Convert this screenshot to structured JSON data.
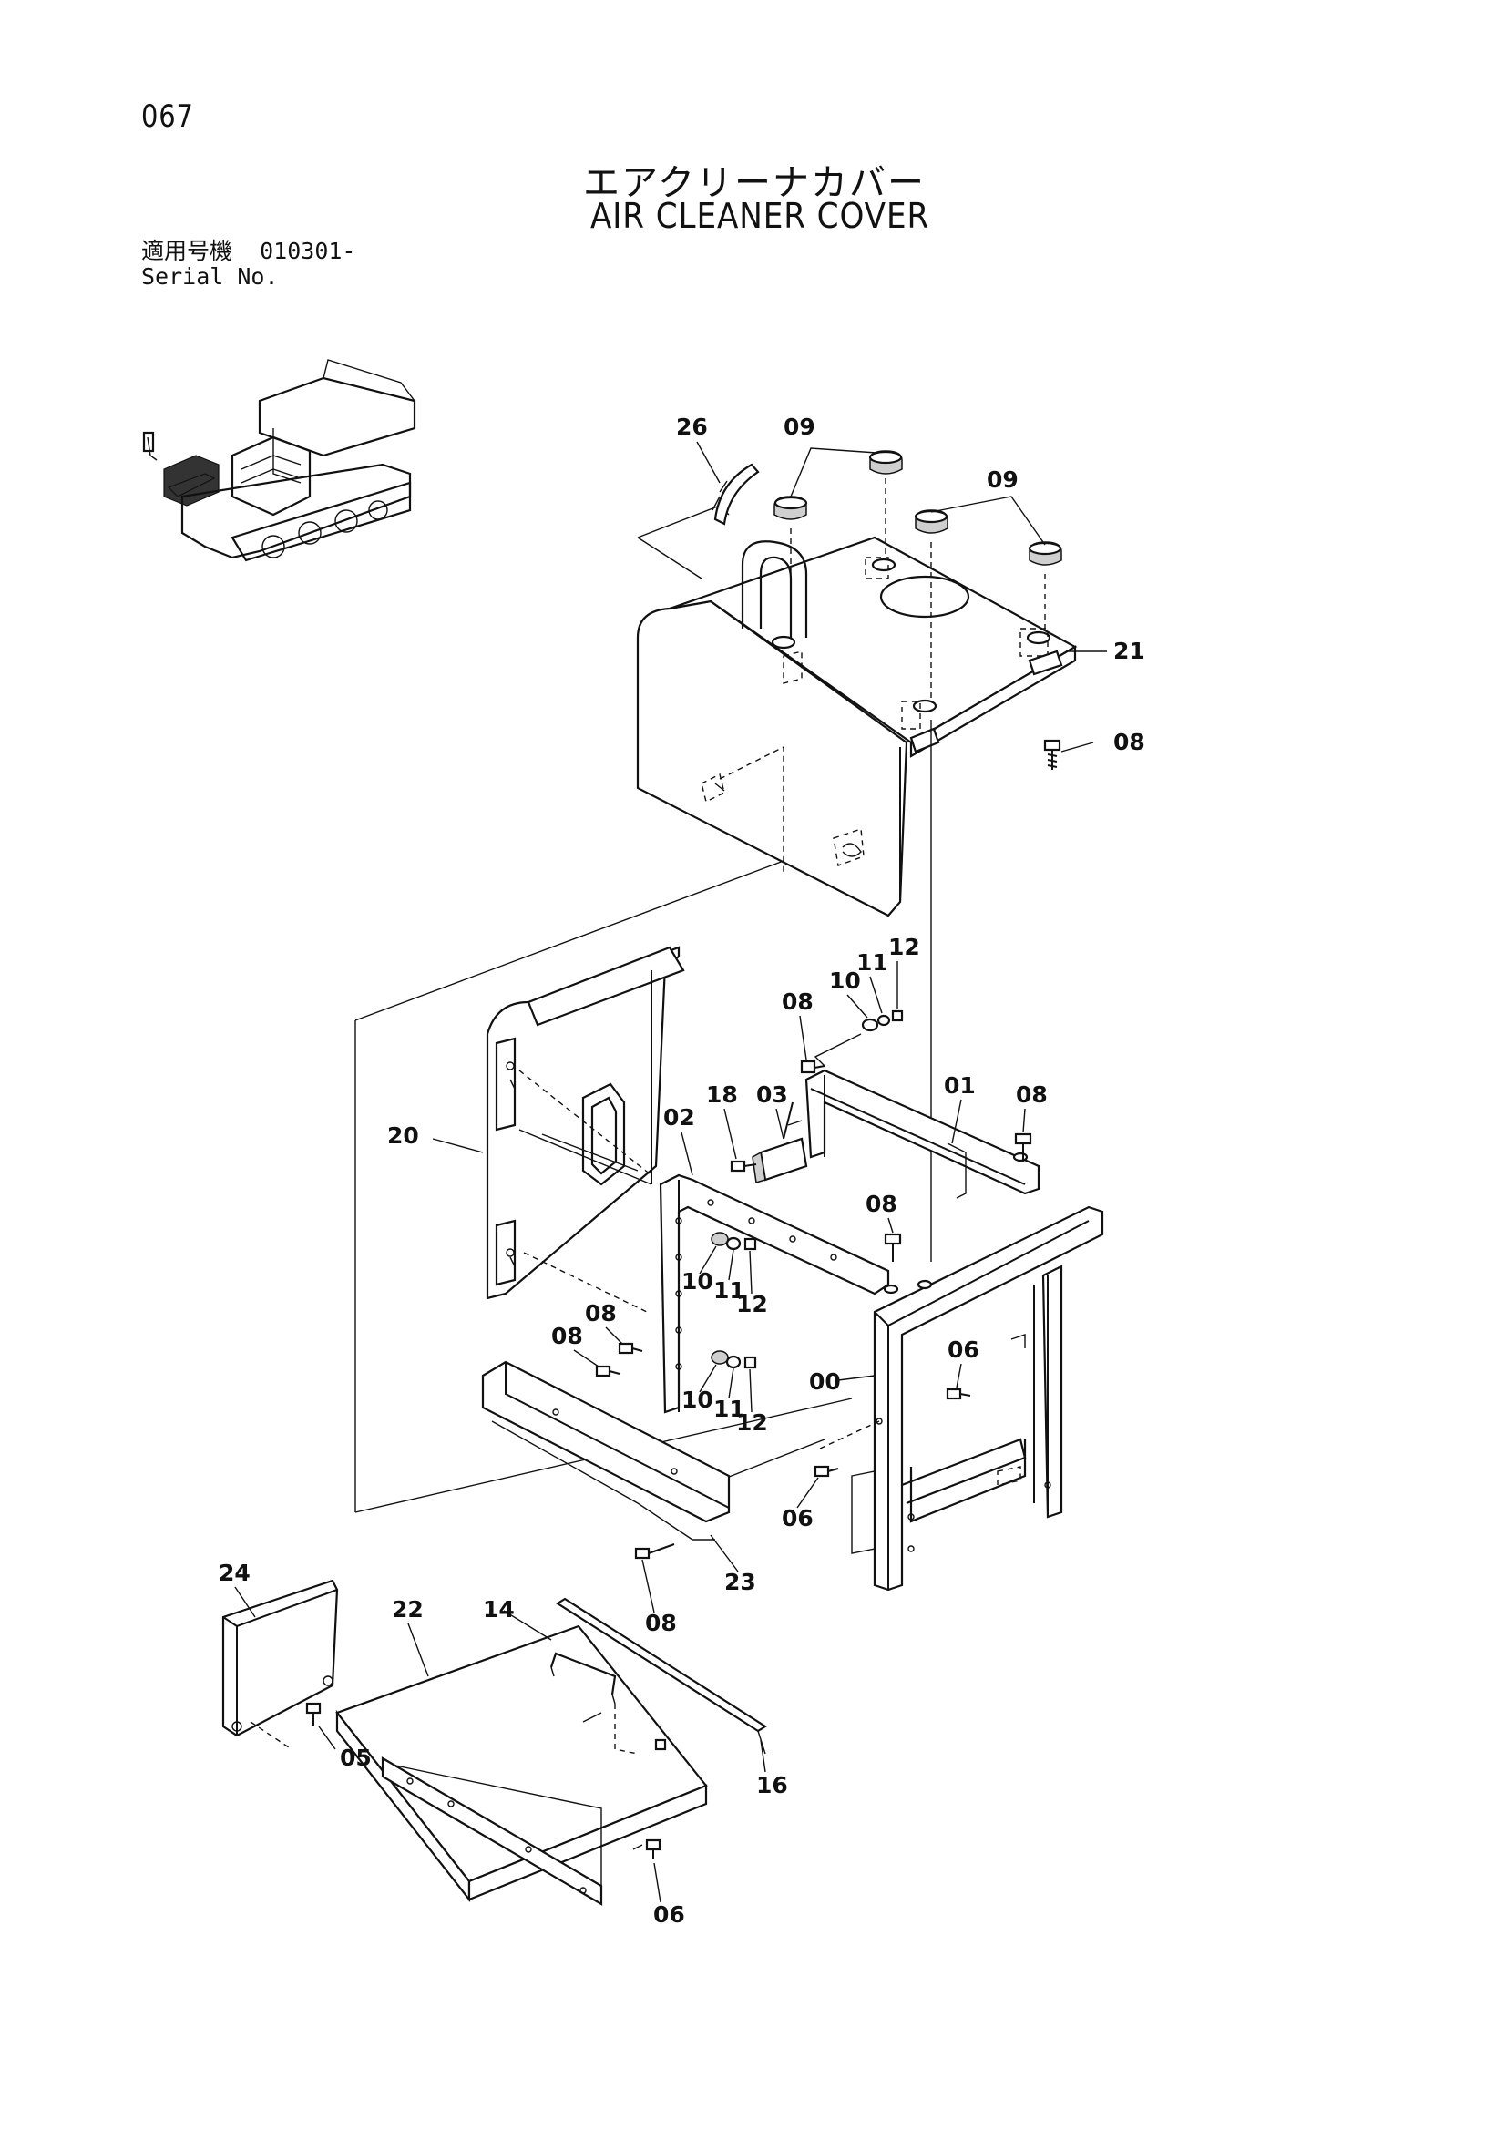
{
  "page_number": "067",
  "title_jp": "エアクリーナカバー",
  "title_en": "AIR CLEANER COVER",
  "serial": {
    "label_jp": "適用号機",
    "range": "010301-",
    "label_en": "Serial No."
  },
  "callouts": {
    "c26": "26",
    "c09a": "09",
    "c09b": "09",
    "c21": "21",
    "c08a": "08",
    "c12a": "12",
    "c11a": "11",
    "c10a": "10",
    "c08b": "08",
    "c18": "18",
    "c03": "03",
    "c02": "02",
    "c01": "01",
    "c08c": "08",
    "c20": "20",
    "c08d": "08",
    "c10b": "10",
    "c11b": "11",
    "c12b": "12",
    "c08e": "08",
    "c08f": "08",
    "c00": "00",
    "c06a": "06",
    "c10c": "10",
    "c11c": "11",
    "c12c": "12",
    "c06b": "06",
    "c23": "23",
    "c08g": "08",
    "c24": "24",
    "c22": "22",
    "c14": "14",
    "c05": "05",
    "c16": "16",
    "c06c": "06"
  }
}
